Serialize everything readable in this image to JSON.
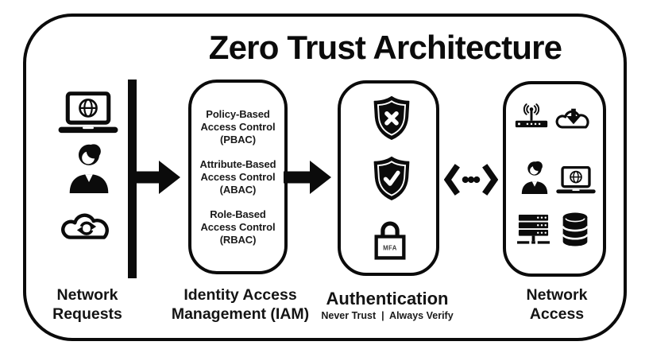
{
  "title": "Zero Trust Architecture",
  "colors": {
    "ink": "#0b0b0b",
    "background": "#ffffff"
  },
  "network_requests": {
    "label_line1": "Network",
    "label_line2": "Requests",
    "icons": [
      "laptop-globe-icon",
      "user-icon",
      "cloud-sync-icon"
    ]
  },
  "iam": {
    "label_line1": "Identity Access",
    "label_line2": "Management (IAM)",
    "items": [
      {
        "lines": [
          "Policy-Based",
          "Access Control",
          "(PBAC)"
        ]
      },
      {
        "lines": [
          "Attribute-Based",
          "Access Control",
          "(ABAC)"
        ]
      },
      {
        "lines": [
          "Role-Based",
          "Access Control",
          "(RBAC)"
        ]
      }
    ]
  },
  "authentication": {
    "label": "Authentication",
    "subtitle": "Never Trust  |  Always Verify",
    "mfa_label": "MFA",
    "icons": [
      "shield-deny-icon",
      "shield-verify-icon",
      "mfa-lock-icon"
    ]
  },
  "network_access": {
    "label_line1": "Network",
    "label_line2": "Access",
    "icons": [
      "wireless-router-icon",
      "cloud-download-icon",
      "user-icon",
      "laptop-globe-icon",
      "server-rack-icon",
      "database-icon"
    ]
  }
}
